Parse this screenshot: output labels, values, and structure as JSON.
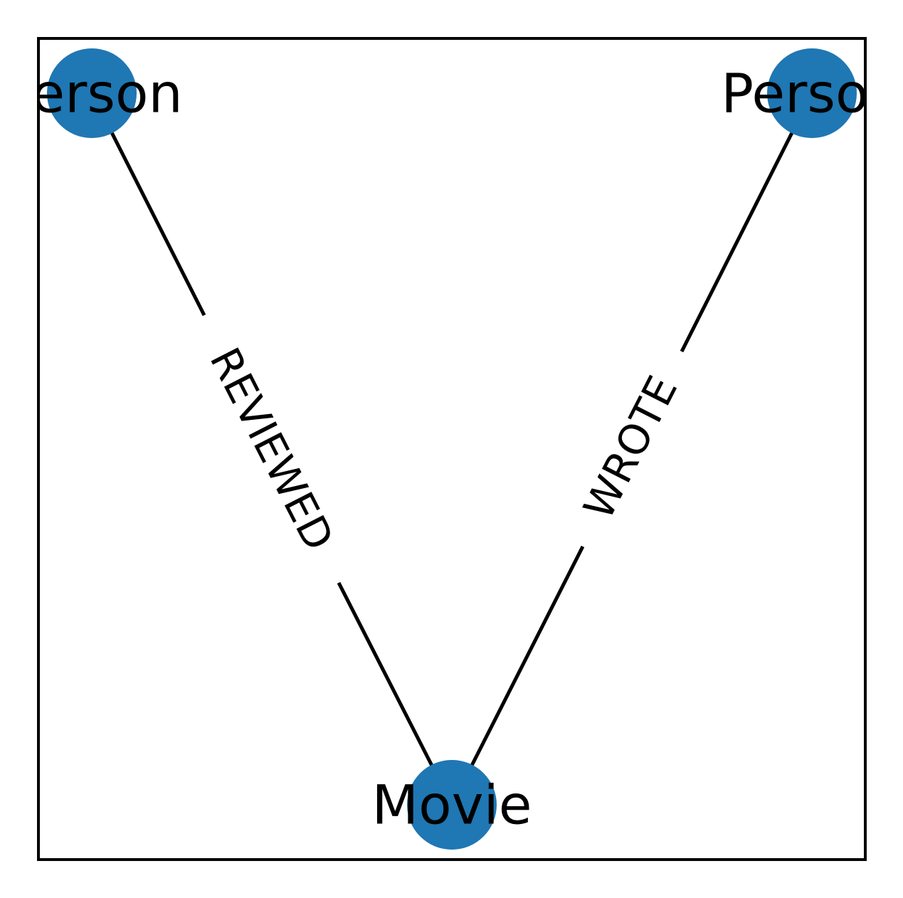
{
  "colors": {
    "node_fill": "#1f77b4",
    "edge_stroke": "#000000",
    "frame_stroke": "#000000",
    "text": "#000000",
    "background": "#ffffff"
  },
  "nodes": [
    {
      "id": "person_left",
      "label": "Person"
    },
    {
      "id": "person_right",
      "label": "Person"
    },
    {
      "id": "movie",
      "label": "Movie"
    }
  ],
  "edges": [
    {
      "source": "person_left",
      "target": "movie",
      "label": "REVIEWED"
    },
    {
      "source": "person_right",
      "target": "movie",
      "label": "WROTE"
    }
  ]
}
